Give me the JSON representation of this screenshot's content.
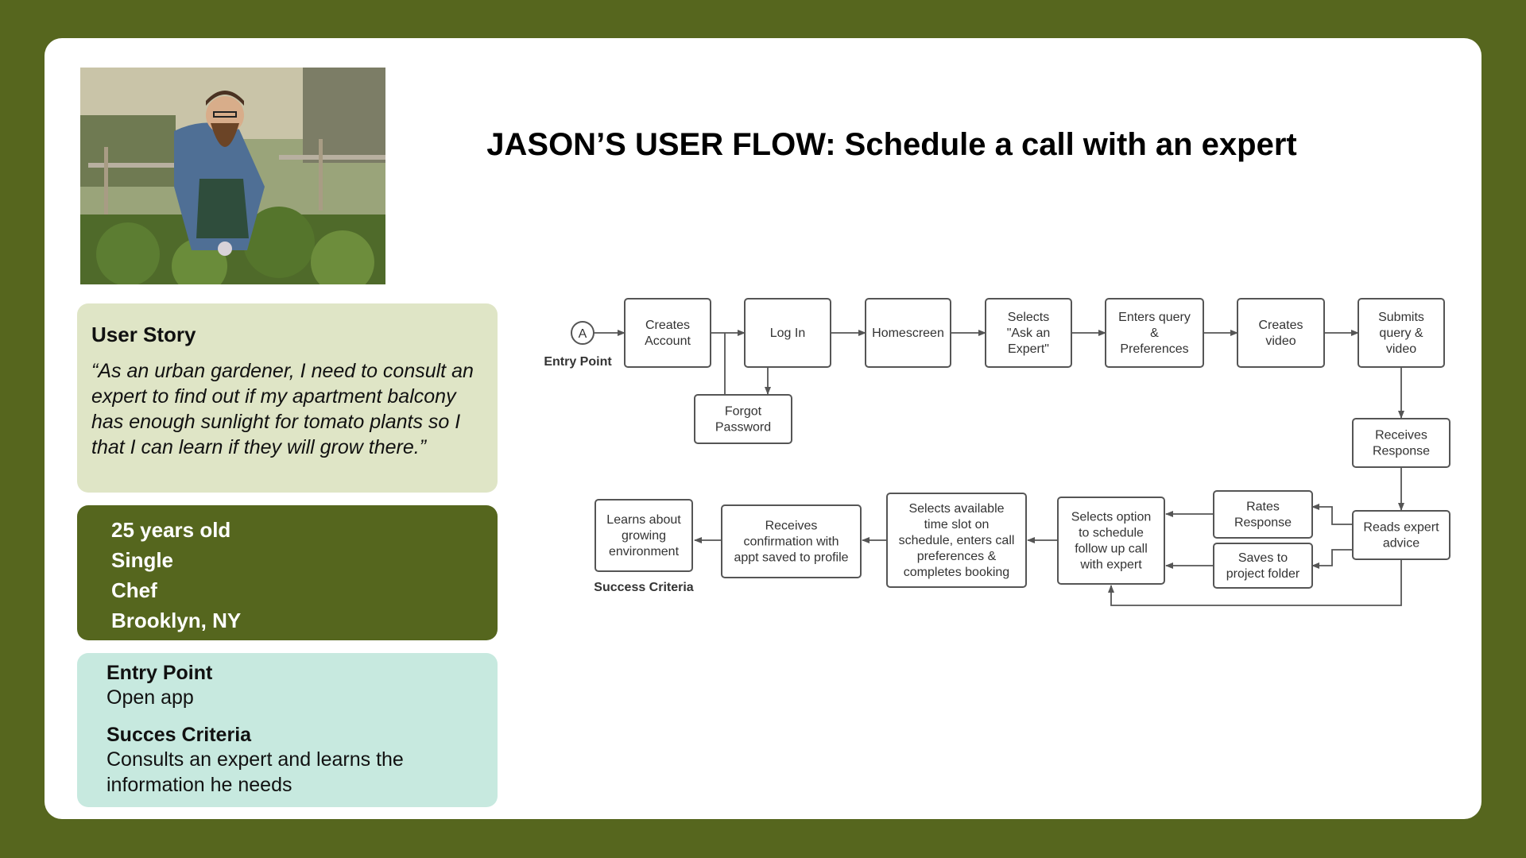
{
  "title": "JASON’S USER FLOW: Schedule a call with an expert",
  "colors": {
    "background": "#56661e",
    "card": "#ffffff",
    "story_bg": "#dfe5c6",
    "facts_bg": "#55661e",
    "entry_bg": "#c7e9df"
  },
  "user_story": {
    "heading": "User Story",
    "quote": "“As an urban gardener, I need to consult an expert to find out if my apartment balcony has enough sunlight for tomato plants so I that I can learn if they will grow there.”"
  },
  "persona": {
    "age": "25 years old",
    "status": "Single",
    "job": "Chef",
    "location": "Brooklyn, NY"
  },
  "entry_panel": {
    "entry_label": "Entry Point",
    "entry_value": "Open app",
    "success_label": "Succes Criteria",
    "success_value_line1": "Consults an expert and learns the",
    "success_value_line2": "information he needs"
  },
  "flow": {
    "start_marker": "A",
    "entry_caption": "Entry Point",
    "success_caption": "Success Criteria",
    "nodes": [
      {
        "id": "creates-account",
        "lines": [
          "Creates",
          "Account"
        ]
      },
      {
        "id": "log-in",
        "lines": [
          "Log In"
        ]
      },
      {
        "id": "forgot-password",
        "lines": [
          "Forgot",
          "Password"
        ]
      },
      {
        "id": "homescreen",
        "lines": [
          "Homescreen"
        ]
      },
      {
        "id": "ask-expert",
        "lines": [
          "Selects",
          "\"Ask an",
          "Expert\""
        ]
      },
      {
        "id": "enters-query",
        "lines": [
          "Enters query",
          "&",
          "Preferences"
        ]
      },
      {
        "id": "creates-video",
        "lines": [
          "Creates",
          "video"
        ]
      },
      {
        "id": "submits-query",
        "lines": [
          "Submits",
          "query &",
          "video"
        ]
      },
      {
        "id": "receives-response",
        "lines": [
          "Receives",
          "Response"
        ]
      },
      {
        "id": "reads-advice",
        "lines": [
          "Reads expert",
          "advice"
        ]
      },
      {
        "id": "rates-response",
        "lines": [
          "Rates",
          "Response"
        ]
      },
      {
        "id": "saves-folder",
        "lines": [
          "Saves to",
          "project folder"
        ]
      },
      {
        "id": "selects-option",
        "lines": [
          "Selects option",
          "to schedule",
          "follow up call",
          "with expert"
        ]
      },
      {
        "id": "selects-slot",
        "lines": [
          "Selects available",
          "time slot on",
          "schedule, enters call",
          "preferences &",
          "completes booking"
        ]
      },
      {
        "id": "receives-confirmation",
        "lines": [
          "Receives",
          "confirmation with",
          "appt saved to profile"
        ]
      },
      {
        "id": "learns-environment",
        "lines": [
          "Learns about",
          "growing",
          "environment"
        ]
      }
    ]
  }
}
